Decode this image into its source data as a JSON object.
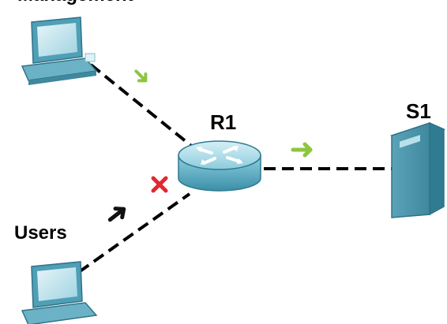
{
  "labels": {
    "top_left_device": "Management",
    "router": "R1",
    "server": "S1",
    "bottom_left_device": "Users"
  },
  "nodes": [
    {
      "id": "pc-top",
      "type": "pc-icon"
    },
    {
      "id": "router-r1",
      "type": "router-icon"
    },
    {
      "id": "server-s1",
      "type": "server-icon"
    },
    {
      "id": "pc-users",
      "type": "pc-icon"
    }
  ],
  "links": [
    {
      "from": "pc-top",
      "to": "router-r1",
      "style": "dashed"
    },
    {
      "from": "pc-users",
      "to": "router-r1",
      "style": "dashed"
    },
    {
      "from": "router-r1",
      "to": "server-s1",
      "style": "dashed"
    }
  ],
  "markers": [
    {
      "type": "arrow-icon",
      "color": "#8dc63f",
      "meaning": "traffic allowed"
    },
    {
      "type": "arrow-icon",
      "color": "#8dc63f",
      "meaning": "traffic allowed"
    },
    {
      "type": "arrow-icon",
      "color": "#111111",
      "meaning": "traffic attempt"
    },
    {
      "type": "x-icon",
      "color": "#e0292f",
      "meaning": "traffic denied"
    }
  ],
  "colors": {
    "allowed": "#8dc63f",
    "denied": "#e0292f",
    "device": "#5ea7bd",
    "link": "#000000"
  }
}
